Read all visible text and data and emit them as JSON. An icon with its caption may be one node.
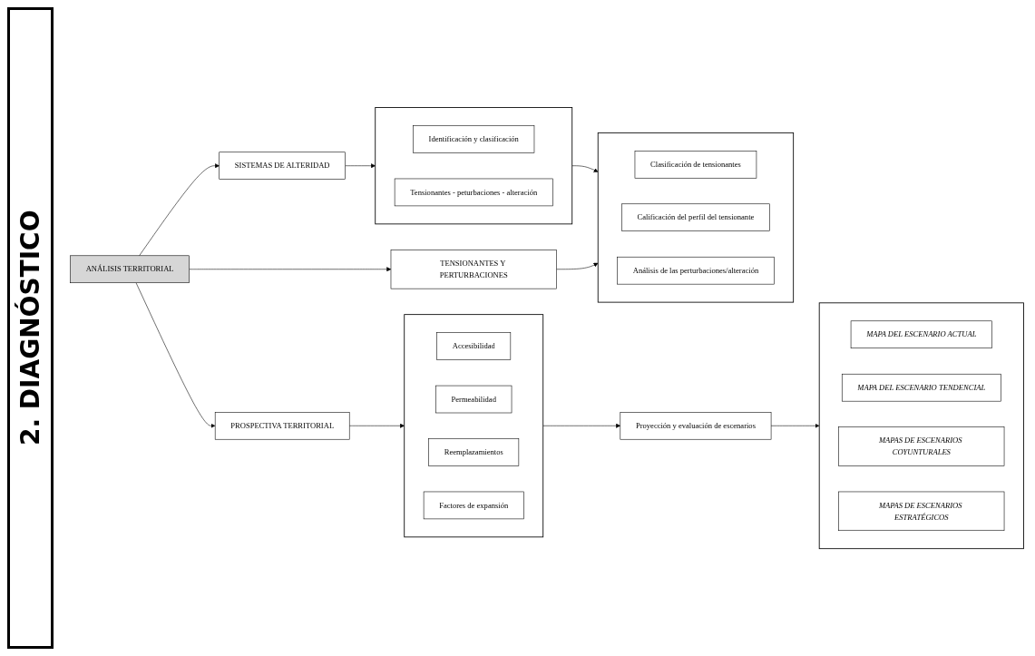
{
  "diagram": {
    "title": "2. DIAGNÓSTICO",
    "nodes": [
      {
        "text": [
          "ANÁLISIS TERRITORIAL"
        ]
      },
      {
        "text": [
          "SISTEMAS DE ALTERIDAD"
        ]
      },
      {
        "text": [],
        "shape": "box"
      },
      {
        "text": [
          "Identificación y clasificación"
        ],
        "in": 2
      },
      {
        "text": [
          "Tensionantes - peturbaciones - alteración"
        ],
        "in": 2
      },
      {
        "text": [
          "TENSIONANTES Y PERTURBACIONES"
        ]
      },
      {
        "text": [],
        "shape": "box"
      },
      {
        "text": [
          "Clasificación de tensionantes"
        ],
        "in": 6
      },
      {
        "text": [
          "Calificación del perfil del tensionante"
        ],
        "in": 6
      },
      {
        "text": [
          "Análisis de las perturbaciones/alteración"
        ],
        "in": 6
      },
      {
        "text": [
          "PROSPECTIVA TERRITORIAL"
        ]
      },
      {
        "text": [],
        "shape": "box"
      },
      {
        "text": [
          "Accesibilidad"
        ],
        "in": 11
      },
      {
        "text": [
          "Permeabilidad"
        ],
        "in": 11
      },
      {
        "text": [
          "Reemplazamientos"
        ],
        "in": 11
      },
      {
        "text": [
          "Factores de expansión"
        ],
        "in": 11
      },
      {
        "text": [
          "Proyección y evaluación de escenarios"
        ]
      },
      {
        "text": [],
        "shape": "box"
      },
      {
        "text": [
          "MAPA DEL ESCENARIO ACTUAL"
        ],
        "in": 17
      },
      {
        "text": [
          "MAPA DEL ESCENARIO TENDENCIAL"
        ],
        "in": 17
      },
      {
        "text": [
          "MAPAS DE ESCENARIOS COYUNTURALES"
        ],
        "in": 17
      },
      {
        "text": [
          "MAPAS DE ESCENARIOS ESTRATÉGICOS"
        ],
        "in": 17
      }
    ],
    "edges": [
      {
        "from": 0,
        "to": 1,
        "arrow": "to"
      },
      {
        "from": 0,
        "to": 5,
        "arrow": "to"
      },
      {
        "from": 0,
        "to": 10,
        "arrow": "to"
      },
      {
        "from": 1,
        "to": 2,
        "arrow": "to"
      },
      {
        "from": 2,
        "to": 6,
        "arrow": "to"
      },
      {
        "from": 5,
        "to": 6,
        "arrow": "to"
      },
      {
        "from": 10,
        "to": 11,
        "arrow": "to"
      },
      {
        "from": 11,
        "to": 16,
        "arrow": "to"
      },
      {
        "from": 16,
        "to": 17,
        "arrow": "to"
      }
    ]
  }
}
